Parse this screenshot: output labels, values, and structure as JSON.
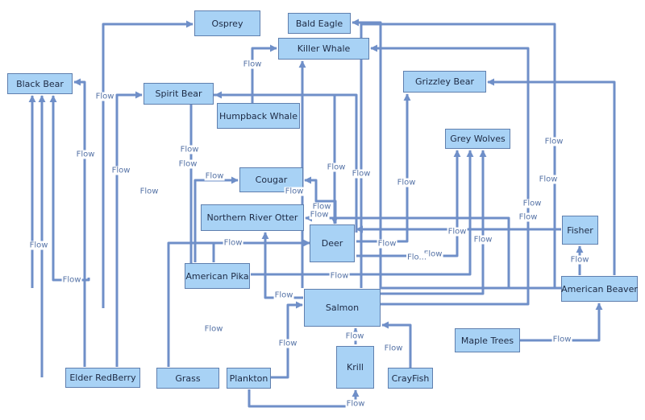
{
  "nodes": {
    "osprey": "Osprey",
    "bald_eagle": "Bald Eagle",
    "killer_whale": "Killer Whale",
    "black_bear": "Black Bear",
    "spirit_bear": "Spirit Bear",
    "grizzly_bear": "Grizzley Bear",
    "humpback_whale": "Humpback Whale",
    "grey_wolves": "Grey Wolves",
    "cougar": "Cougar",
    "northern_river_otter": "Northern River Otter",
    "deer": "Deer",
    "fisher": "Fisher",
    "american_pika": "American Pika",
    "american_beaver": "American Beaver",
    "salmon": "Salmon",
    "maple_trees": "Maple Trees",
    "krill": "Krill",
    "elder_redberry": "Elder RedBerry",
    "grass": "Grass",
    "plankton": "Plankton",
    "crayfish": "CrayFish"
  },
  "edge_label": "Flow",
  "edge_label_truncated": "Flo...",
  "colors": {
    "edge": "#6f8fc8",
    "node_fill": "#a8d2f5",
    "node_border": "#5f7fae",
    "label": "#5673a6"
  },
  "edges": [
    {
      "from": "humpback_whale",
      "to": "killer_whale"
    },
    {
      "from": "salmon",
      "to": "killer_whale"
    },
    {
      "from": "salmon",
      "to": "bald_eagle"
    },
    {
      "from": "salmon",
      "to": "osprey"
    },
    {
      "from": "salmon",
      "to": "spirit_bear"
    },
    {
      "from": "salmon",
      "to": "grizzly_bear"
    },
    {
      "from": "salmon",
      "to": "black_bear"
    },
    {
      "from": "salmon",
      "to": "grey_wolves"
    },
    {
      "from": "salmon",
      "to": "northern_river_otter"
    },
    {
      "from": "plankton",
      "to": "salmon"
    },
    {
      "from": "plankton",
      "to": "krill"
    },
    {
      "from": "krill",
      "to": "salmon"
    },
    {
      "from": "crayfish",
      "to": "salmon"
    },
    {
      "from": "deer",
      "to": "cougar"
    },
    {
      "from": "deer",
      "to": "spirit_bear"
    },
    {
      "from": "deer",
      "to": "grizzly_bear"
    },
    {
      "from": "deer",
      "to": "grey_wolves"
    },
    {
      "from": "american_pika",
      "to": "cougar"
    },
    {
      "from": "american_pika",
      "to": "grey_wolves"
    },
    {
      "from": "american_pika",
      "to": "deer"
    },
    {
      "from": "grass",
      "to": "american_pika"
    },
    {
      "from": "grass",
      "to": "deer"
    },
    {
      "from": "elder_redberry",
      "to": "black_bear"
    },
    {
      "from": "elder_redberry",
      "to": "spirit_bear"
    },
    {
      "from": "elder_redberry",
      "to": "grizzly_bear"
    },
    {
      "from": "fisher",
      "to": "deer"
    },
    {
      "from": "american_beaver",
      "to": "fisher"
    },
    {
      "from": "american_beaver",
      "to": "grizzly_bear"
    },
    {
      "from": "american_beaver",
      "to": "northern_river_otter"
    },
    {
      "from": "maple_trees",
      "to": "american_beaver"
    }
  ]
}
